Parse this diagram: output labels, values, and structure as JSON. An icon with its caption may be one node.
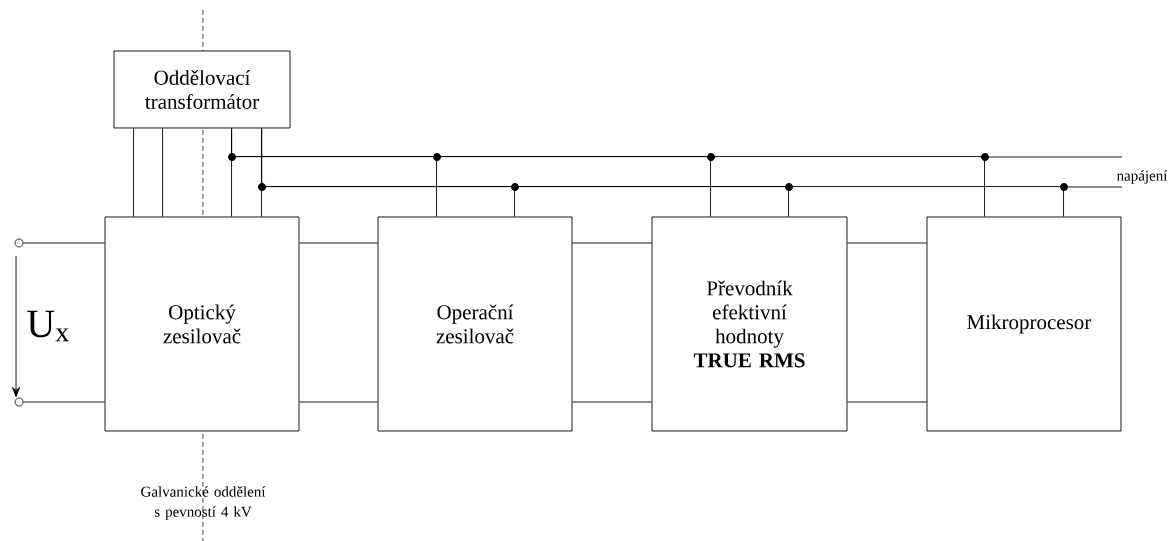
{
  "diagram": {
    "nodes": [
      {
        "text": [
          "Oddělovací transformátor"
        ]
      },
      {
        "text": [
          "Optický zesilovač"
        ]
      },
      {
        "text": [
          "Operační zesilovač"
        ]
      },
      {
        "text": [
          "Převodník efektivní hodnoty **TRUE RMS**"
        ]
      },
      {
        "text": [
          "Mikroprocesor"
        ]
      },
      {
        "text": [],
        "shape": "circle"
      },
      {
        "text": [],
        "shape": "circle"
      }
    ],
    "edges": [
      {
        "from": 5,
        "to": 1,
        "arrow": "none"
      },
      {
        "from": 6,
        "to": 1,
        "arrow": "none"
      },
      {
        "from": 0,
        "to": 1,
        "arrow": "none"
      },
      {
        "from": 0,
        "to": 1,
        "arrow": "none"
      },
      {
        "from": 0,
        "to": 1,
        "arrow": "none"
      },
      {
        "from": 0,
        "to": 1,
        "arrow": "none"
      },
      {
        "from": 1,
        "to": 2,
        "arrow": "none"
      },
      {
        "from": 1,
        "to": 2,
        "arrow": "none"
      },
      {
        "from": 2,
        "to": 3,
        "arrow": "none"
      },
      {
        "from": 2,
        "to": 3,
        "arrow": "none"
      },
      {
        "from": 3,
        "to": 4,
        "arrow": "none"
      },
      {
        "from": 3,
        "to": 4,
        "arrow": "none"
      },
      {
        "from": 0,
        "to": 2,
        "arrow": "none"
      },
      {
        "from": 0,
        "to": 2,
        "arrow": "none"
      },
      {
        "from": 0,
        "to": 3,
        "arrow": "none"
      },
      {
        "from": 0,
        "to": 3,
        "arrow": "none"
      },
      {
        "from": 0,
        "to": 4,
        "arrow": "none"
      },
      {
        "from": 0,
        "to": 4,
        "arrow": "none"
      }
    ],
    "labels": [
      "U$_{x}$",
      "napájení",
      "Galvanické oddělení s pevností 4  kV"
    ]
  }
}
